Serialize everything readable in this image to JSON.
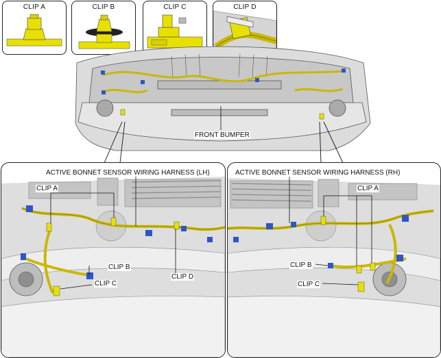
{
  "clip_boxes": [
    {
      "label": "CLIP A"
    },
    {
      "label": "CLIP B"
    },
    {
      "label": "CLIP C"
    },
    {
      "label": "CLIP D"
    }
  ],
  "overview": {
    "label": "FRONT BUMPER"
  },
  "panel_lh": {
    "title": "ACTIVE BONNET SENSOR WIRING HARNESS (LH)",
    "callouts": {
      "clip_a": "CLIP A",
      "clip_b": "CLIP B",
      "clip_c": "CLIP C",
      "clip_d": "CLIP D"
    }
  },
  "panel_rh": {
    "title": "ACTIVE BONNET SENSOR WIRING HARNESS (RH)",
    "callouts": {
      "clip_a": "CLIP A",
      "clip_b": "CLIP B",
      "clip_c": "CLIP C"
    }
  },
  "colors": {
    "harness": "#c9b800",
    "clip": "#e8e000",
    "connector": "#2f55c8",
    "outline": "#333333"
  }
}
